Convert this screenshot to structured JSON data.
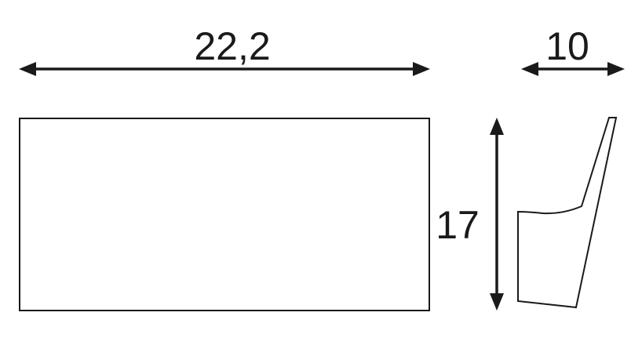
{
  "dimensions": {
    "width_label": "22,2",
    "depth_label": "10",
    "height_label": "17"
  },
  "colors": {
    "line": "#1a1a1a",
    "background": "#ffffff"
  }
}
